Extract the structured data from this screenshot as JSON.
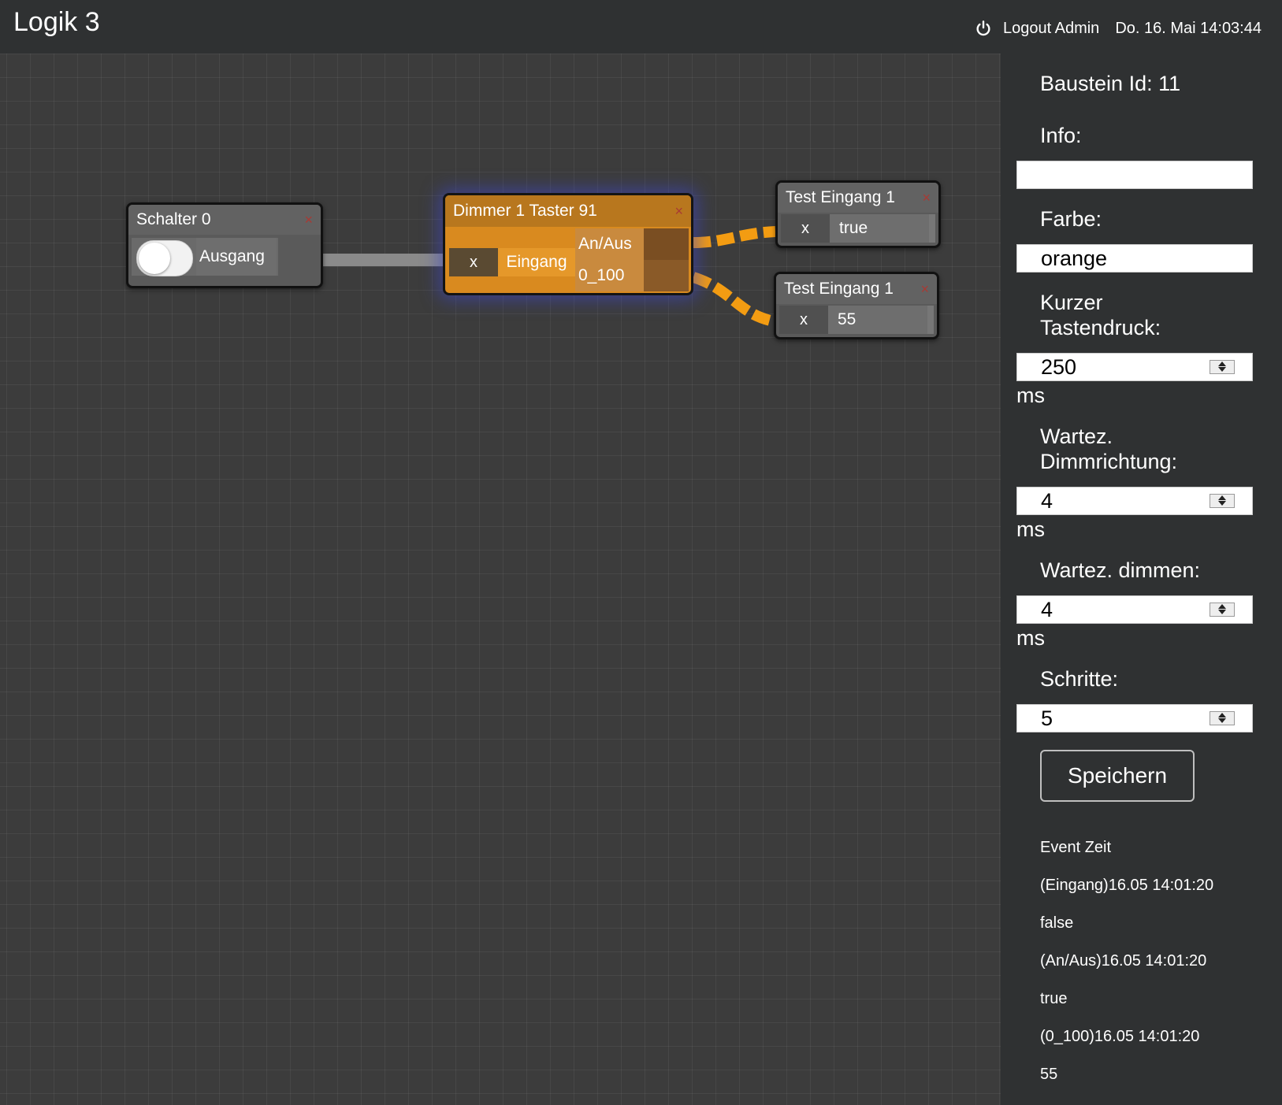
{
  "header": {
    "title": "Logik 3",
    "logout_label": "Logout Admin",
    "datetime": "Do. 16. Mai 14:03:44",
    "power_icon": "power-icon"
  },
  "nodes": {
    "schalter": {
      "title": "Schalter 0",
      "close": "×",
      "output_label": "Ausgang",
      "toggle_on": false
    },
    "dimmer": {
      "title": "Dimmer 1 Taster 91",
      "close": "×",
      "input_x": "x",
      "input_label": "Eingang",
      "output1_label": "An/Aus",
      "output2_label": "0_100",
      "color": "#d98a1f"
    },
    "test1": {
      "title": "Test Eingang 1",
      "close": "×",
      "input_x": "x",
      "value": "true"
    },
    "test2": {
      "title": "Test Eingang 1",
      "close": "×",
      "input_x": "x",
      "value": "55"
    }
  },
  "wires": {
    "active_color": "#f39c12",
    "inactive_color": "#8a8a8a"
  },
  "sidebar": {
    "baustein_id": "Baustein Id: 11",
    "info_label": "Info:",
    "info_value": "",
    "farbe_label": "Farbe:",
    "farbe_value": "orange",
    "kurzer_label_1": "Kurzer",
    "kurzer_label_2": "Tastendruck:",
    "kurzer_value": "250",
    "unit": "ms",
    "wartez_richtung_1": "Wartez.",
    "wartez_richtung_2": "Dimmrichtung:",
    "wartez_richtung_value": "4",
    "wartez_dimmen_label": "Wartez. dimmen:",
    "wartez_dimmen_value": "4",
    "schritte_label": "Schritte:",
    "schritte_value": "5",
    "save_label": "Speichern",
    "events": [
      "Event Zeit",
      "(Eingang)16.05 14:01:20",
      "false",
      "(An/Aus)16.05 14:01:20",
      "true",
      "(0_100)16.05 14:01:20",
      "55"
    ]
  }
}
